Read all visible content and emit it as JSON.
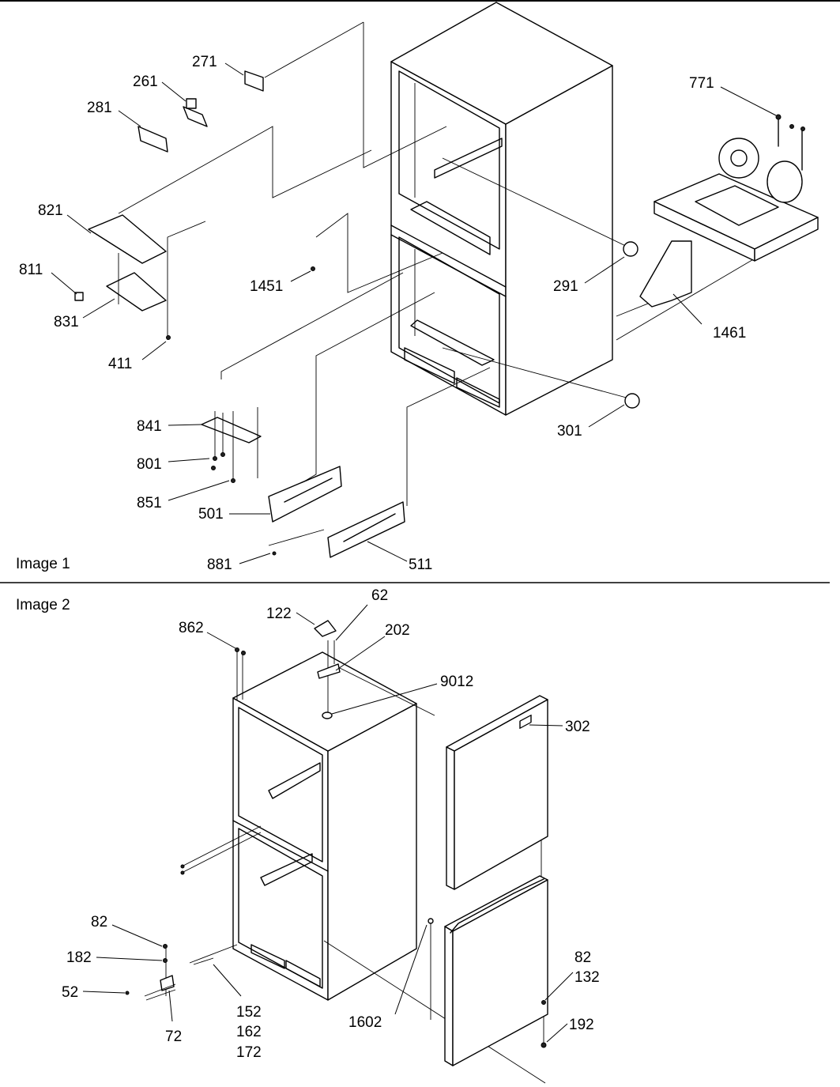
{
  "sections": [
    {
      "caption": "Image 1"
    },
    {
      "caption": "Image 2"
    }
  ],
  "callouts": {
    "c271": "271",
    "c261": "261",
    "c281": "281",
    "c821": "821",
    "c811": "811",
    "c831": "831",
    "c411": "411",
    "c1451": "1451",
    "c771": "771",
    "c291": "291",
    "c1461": "1461",
    "c301": "301",
    "c841": "841",
    "c801": "801",
    "c851": "851",
    "c501": "501",
    "c881": "881",
    "c511": "511",
    "c862": "862",
    "c122": "122",
    "c62": "62",
    "c202": "202",
    "c9012": "9012",
    "c302": "302",
    "c82a": "82",
    "c182": "182",
    "c52": "52",
    "c72": "72",
    "c152": "152",
    "c162": "162",
    "c172": "172",
    "c1602": "1602",
    "c82b": "82",
    "c132": "132",
    "c192": "192"
  }
}
